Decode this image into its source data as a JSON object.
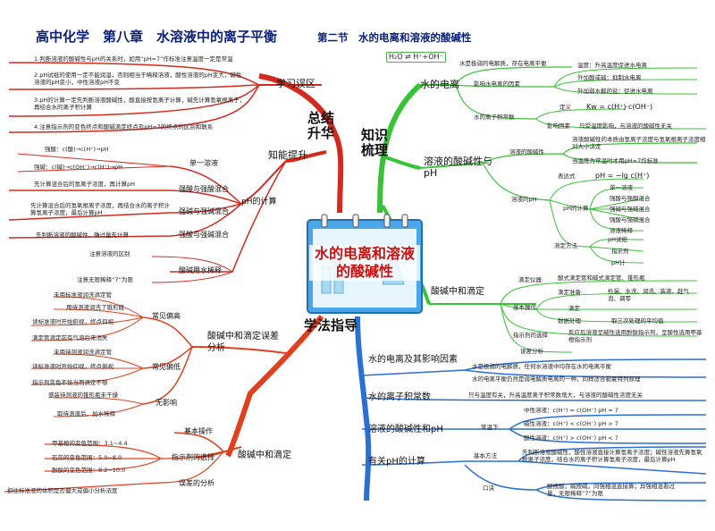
{
  "title": {
    "main": "高中化学　第八章　水溶液中的离子平衡",
    "section": "第二节　水的电离和溶液的酸碱性"
  },
  "center_card": {
    "title": "水的电离和溶液的酸碱性"
  },
  "hubs": {
    "summary": "总结\n升华",
    "knowledge": "知识\n梳理",
    "method": "学法指导"
  },
  "top_left": {
    "misconceptions": {
      "label": "学习误区",
      "items": [
        "1.判断溶液的酸碱性与pH的关系时，如用“pH=7”作标准注意温度一定是常温",
        "2.pH试纸的使用一定不能润湿，否则相当于稀释溶液，酸性溶液的pH变大，碱性溶液的pH变小，中性溶液pH不变",
        "3.pH的计算一定先判断溶液酸碱性，酸直接按氢离子计算，碱先计算氢氧根离子，再结合水的离子积计算",
        "4.注意指示剂的变色终点和酸碱滴定终点及pH=7的终点的区别和联系"
      ]
    },
    "ability": {
      "label": "知能提升",
      "ph_calc": {
        "label": "pH的计算",
        "single": {
          "label": "单一溶液",
          "strong_acid": "强酸：c(酸)→c(H⁺)→pH",
          "strong_base": "强碱：c(碱)→c(OH⁻)→c(H⁺)→pH"
        },
        "acid_acid": {
          "label": "强酸与强酸混合",
          "note": "先计算混合后的氢离子浓度，再计算pH"
        },
        "base_base": {
          "label": "强碱与强碱混合",
          "note": "先计算混合后的氢氧根离子浓度，再结合水的离子积计算氢离子浓度，最后计算pH"
        },
        "acid_base": {
          "label": "强酸与强碱混合",
          "note": "先判断溶液的酸碱性，确过量先计算"
        },
        "dilution": {
          "label": "酸碱用水稀释",
          "n1": "注意溶液的区别",
          "n2": "注意无限稀释“7”为限"
        }
      }
    }
  },
  "bottom_left": {
    "titration_errors": {
      "label": "酸碱中和滴定误差分析",
      "higher": {
        "label": "常见偏高",
        "items": [
          "未用标准液润洗滴定管",
          "用待测液润洗了锥形瓶",
          "读标准液时开始俯视，终点仰视",
          "滴定管滴定前有气泡后来消失"
        ]
      },
      "lower": {
        "label": "常见偏低",
        "items": [
          "未用待测液润洗滴定管",
          "读标准液时开始仰视，终点俯视",
          "指示剂变色不恰当而滴定不够"
        ]
      },
      "none": {
        "label": "无影响",
        "items": [
          "盛装待测液的锥形瓶未干燥",
          "取待测液后，加水稀释"
        ]
      }
    },
    "titration": {
      "label": "酸碱中和滴定",
      "basic_op": "基本操作",
      "indicator": {
        "label": "指示剂的选择",
        "items": [
          "甲基橙的变色范围：3.1~4.4",
          "石蕊的变色范围：5.0~8.0",
          "酚酞的变色范围：8.2~10.0"
        ]
      },
      "error": {
        "label": "误差的分析",
        "note": "抓住标准液的体积是否偏大或偏小分析浓度"
      }
    }
  },
  "right_top": {
    "water_ionization": {
      "label": "水的电离",
      "equation": "H₂O ⇌ H⁺+OH⁻",
      "weak": "水是极弱的电解质，存在电离平衡",
      "factors": {
        "label": "影响水电离的因素",
        "items": [
          "温度：升高温度促进水电离",
          "外加酸或碱：抑制水电离",
          "外加弱水解的盐：促进水电离"
        ]
      },
      "kw": {
        "label": "水的离子积常数",
        "def_label": "定义",
        "def": "Kw = c(H⁺)·c(OH⁻)",
        "factor_label": "影响因素",
        "factor": "只受温度影响，与溶液的酸碱性无关"
      }
    },
    "acidity": {
      "label": "溶液的酸碱性与pH",
      "acidity_sub": {
        "label": "溶液的酸碱性",
        "items": [
          "溶液酸碱性的本质由氢离子浓度与氢氧根离子浓度相对大小决定",
          "当温度为常温时才用pH=7作标准"
        ]
      },
      "ph": {
        "label": "溶液的pH",
        "expr_label": "表达式",
        "expr": "pH = −lg c(H⁺)",
        "calc_label": "pH的计算",
        "calc_items": [
          "单一溶液",
          "强酸与强酸混合",
          "强碱与强碱混合",
          "强酸与强碱混合",
          "溶液稀释"
        ],
        "measure_label": "测定方法",
        "measure_items": [
          "pH试纸",
          "指示剂",
          "pH计"
        ]
      }
    },
    "titration": {
      "label": "酸碱中和滴定",
      "instruments": {
        "label": "滴定仪器",
        "note": "酸式滴定管和碱式滴定管、锥形瓶"
      },
      "ops": {
        "label": "基本操作",
        "items": [
          [
            "滴定准备",
            "检漏、水洗、润洗、装液、赶气泡、调零"
          ],
          [
            "滴定",
            ""
          ],
          [
            "数据处理",
            "取三次处理的平均值"
          ]
        ]
      },
      "indicator": {
        "label": "指示剂的选择",
        "note": "反应后溶液呈碱性选用酚酞指示剂，呈酸性选用甲基橙指示剂"
      },
      "error": {
        "label": "误差分析"
      }
    }
  },
  "right_bottom": {
    "r1": {
      "label": "水的电离及其影响因素",
      "items": [
        "水是极弱的电解质，任何水溶液中均存在水的电离平衡",
        "水的电离平衡仍然是弱电解质电离的一种，同样适合勒夏特列原理"
      ]
    },
    "r2": {
      "label": "水的离子积常数",
      "note": "只与温度有关，升高温度离子积常数增大，与溶液的酸碱性浓度无关"
    },
    "r3": {
      "label": "溶液的酸碱性和pH",
      "sub": "常温下",
      "items": [
        "中性溶液：c(H⁺) = c(OH⁻)   pH = 7",
        "碱性溶液：c(H⁺) < c(OH⁻)  pH > 7",
        "酸性溶液：c(H⁺) > c(OH⁻)  pH < 7"
      ]
    },
    "r4": {
      "label": "有关pH的计算",
      "method_label": "基本方法",
      "method": "先判断溶液酸碱性，酸性溶液直接计算氢离子浓度；碱性溶液先算氢氧根离子浓度，结合水的离子积计算氢离子浓度，最后计算pH",
      "rhyme_label": "口诀",
      "rhyme": "酸按酸，碱按碱，同强相混直接算；异强相混看过量，无限稀释“7”为限"
    }
  },
  "colors": {
    "red": "#d42a1e",
    "green": "#38c238",
    "blue": "#2a6fd4",
    "dark": "#0a1f7a",
    "orange": "#e0401e"
  }
}
